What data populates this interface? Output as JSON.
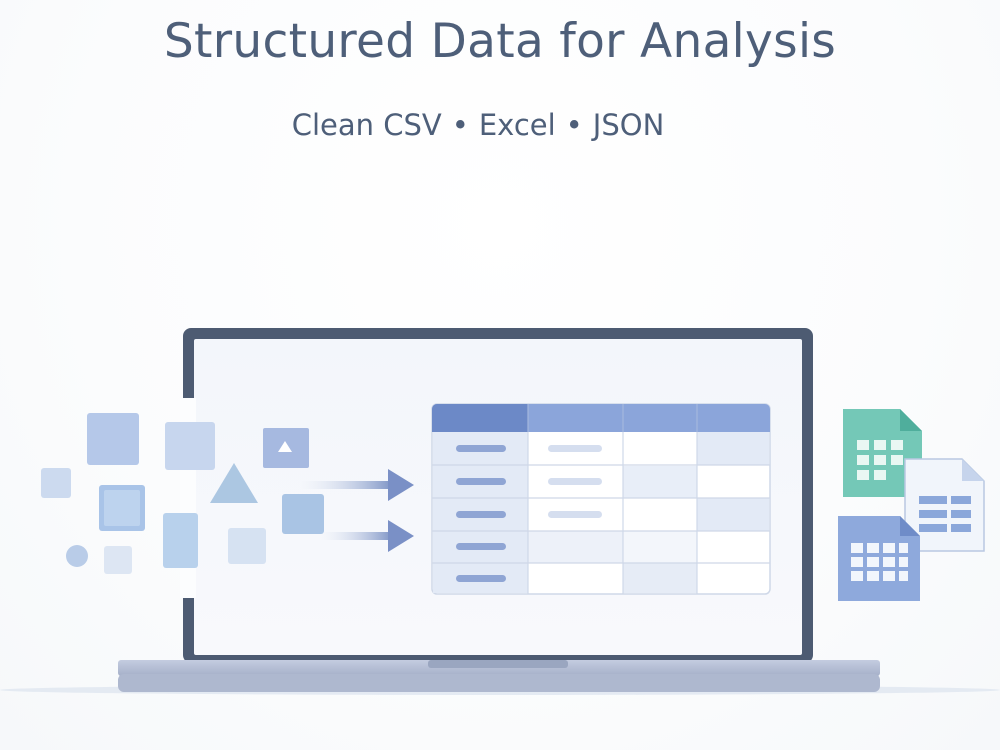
{
  "header": {
    "title": "Structured Data for Analysis",
    "formats": [
      "Clean CSV",
      "Excel",
      "JSON"
    ],
    "separator": "•"
  },
  "illustration": {
    "icons": [
      "laptop-icon",
      "spreadsheet-table-icon",
      "arrow-right-icon",
      "spreadsheet-file-icon",
      "document-file-icon",
      "table-file-icon",
      "scattered-data-shapes-icon"
    ],
    "colors": {
      "text": "#4e5f79",
      "laptop_frame": "#4d5b72",
      "laptop_base": "#a9b4cc",
      "table_header": "#7d9ad3",
      "table_header_dark": "#6584c3",
      "file_green": "#6fc6b4",
      "file_blue": "#8aa6d9"
    },
    "table_rows": 5,
    "table_columns": 4
  }
}
